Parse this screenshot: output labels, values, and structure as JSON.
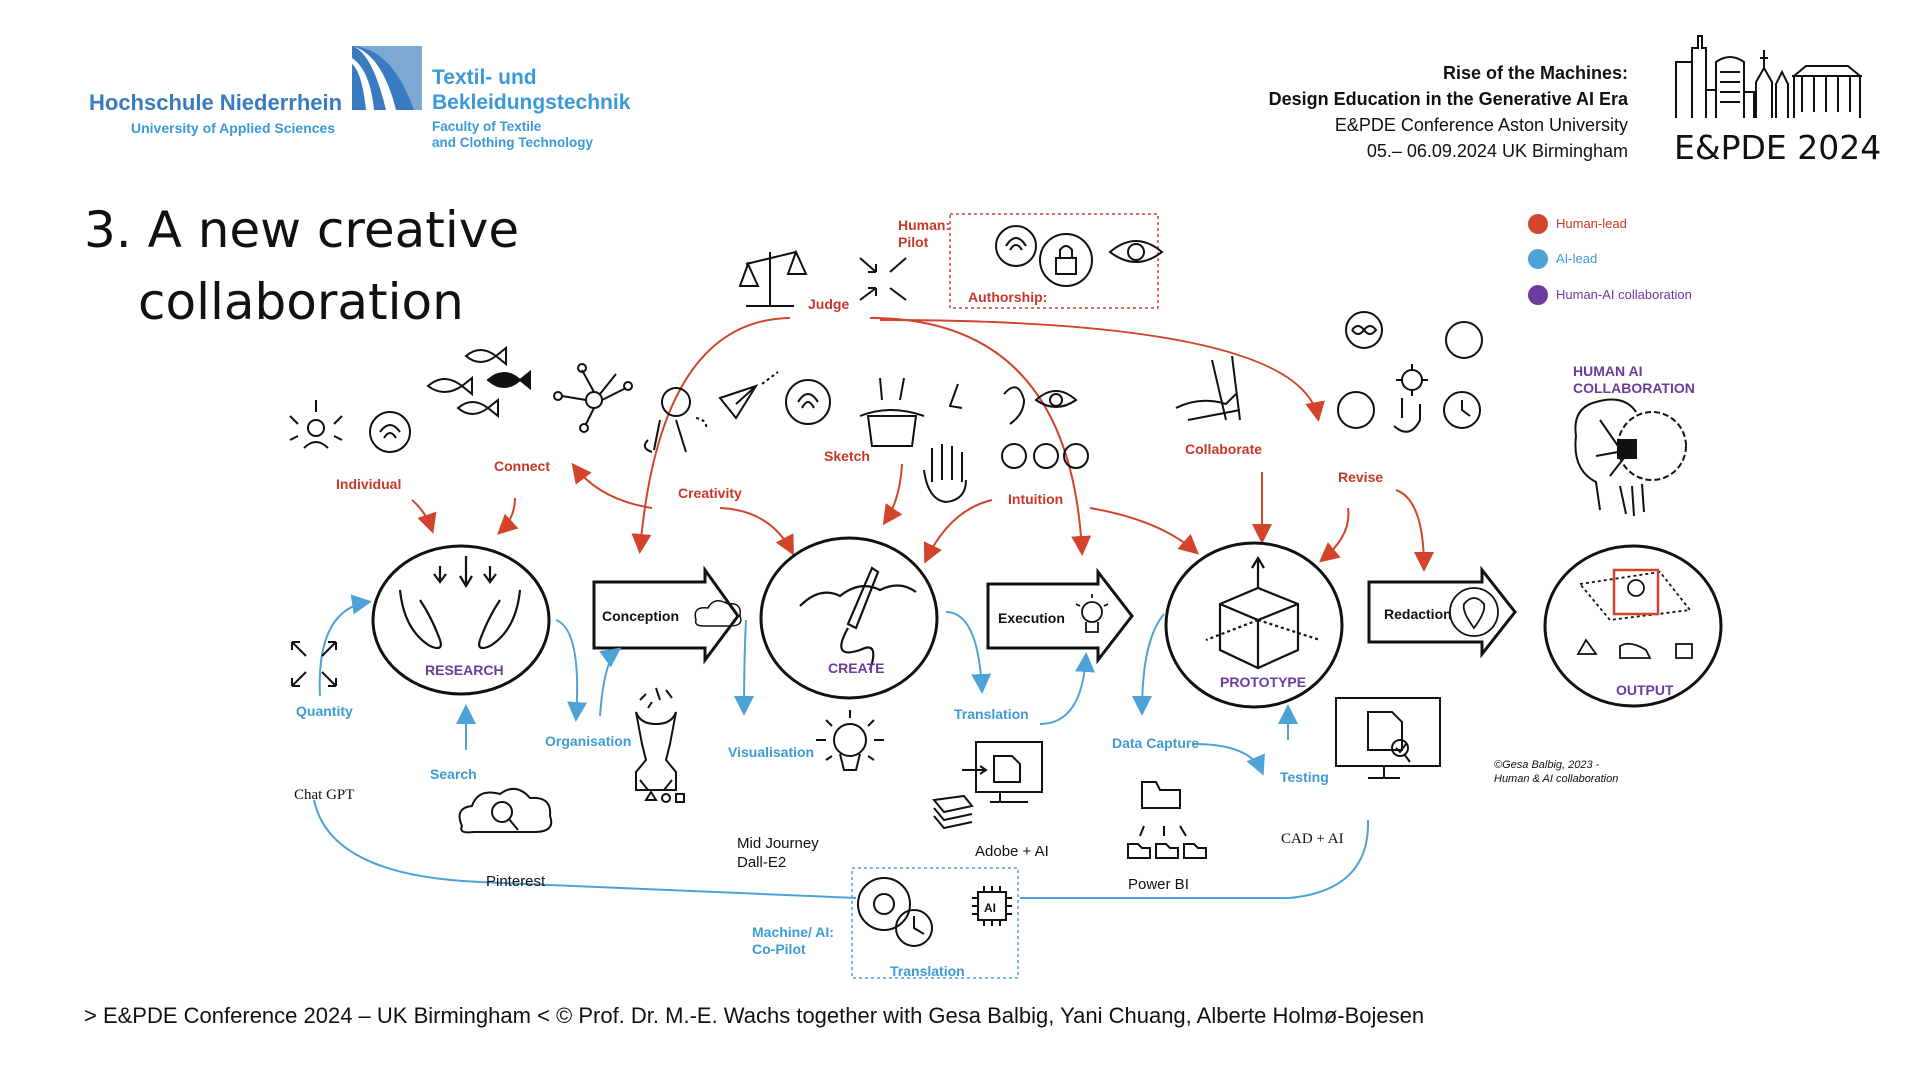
{
  "header": {
    "university_name": "Hochschule Niederrhein",
    "university_sub": "University of Applied Sciences",
    "faculty_title_line1": "Textil- und",
    "faculty_title_line2": "Bekleidungstechnik",
    "faculty_sub_line1": "Faculty of Textile",
    "faculty_sub_line2": "and Clothing Technology",
    "conference_line1": "Rise of the Machines:",
    "conference_line2": "Design Education in the Generative AI Era",
    "conference_line3": "E&PDE Conference Aston University",
    "conference_line4": "05.– 06.09.2024 UK Birmingham",
    "conference_logo_text": "E&PDE 2024"
  },
  "title": {
    "line1": "3. A new creative",
    "line2": "collaboration"
  },
  "legend": [
    {
      "label": "Human-lead",
      "color": "#d2442b"
    },
    {
      "label": "AI-lead",
      "color": "#4ea3d6"
    },
    {
      "label": "Human-AI collaboration",
      "color": "#6a3c9e"
    }
  ],
  "diagram": {
    "stages": {
      "research": "RESEARCH",
      "create": "CREATE",
      "prototype": "PROTOTYPE",
      "output": "OUTPUT"
    },
    "arrows": {
      "conception": "Conception",
      "execution": "Execution",
      "redaction": "Redaction"
    },
    "human_labels": {
      "human_pilot": "Human:\nPilot",
      "judge": "Judge",
      "authorship": "Authorship:",
      "individual": "Individual",
      "connect": "Connect",
      "creativity": "Creativity",
      "sketch": "Sketch",
      "intuition": "Intuition",
      "collaborate": "Collaborate",
      "revise": "Revise",
      "human_ai_collab": "HUMAN AI\nCOLLABORATION"
    },
    "ai_labels": {
      "quantity": "Quantity",
      "search": "Search",
      "organisation": "Organisation",
      "visualisation": "Visualisation",
      "translation_top": "Translation",
      "data_capture": "Data Capture",
      "testing": "Testing",
      "machine_copilot": "Machine/ AI:\nCo-Pilot",
      "translation_bottom": "Translation"
    },
    "tools": {
      "chatgpt": "Chat GPT",
      "pinterest": "Pinterest",
      "midjourney_line1": "Mid Journey",
      "midjourney_line2": "Dall-E2",
      "adobe": "Adobe + AI",
      "powerbi": "Power BI",
      "cad": "CAD + AI"
    },
    "credit_line1": "©Gesa Balbig, 2023 -",
    "credit_line2": "Human & AI collaboration",
    "ai_chip_text": "AI"
  },
  "footer": "> E&PDE Conference 2024 – UK Birmingham < © Prof. Dr. M.-E. Wachs together with Gesa Balbig, Yani Chuang, Alberte Holmø-Bojesen"
}
